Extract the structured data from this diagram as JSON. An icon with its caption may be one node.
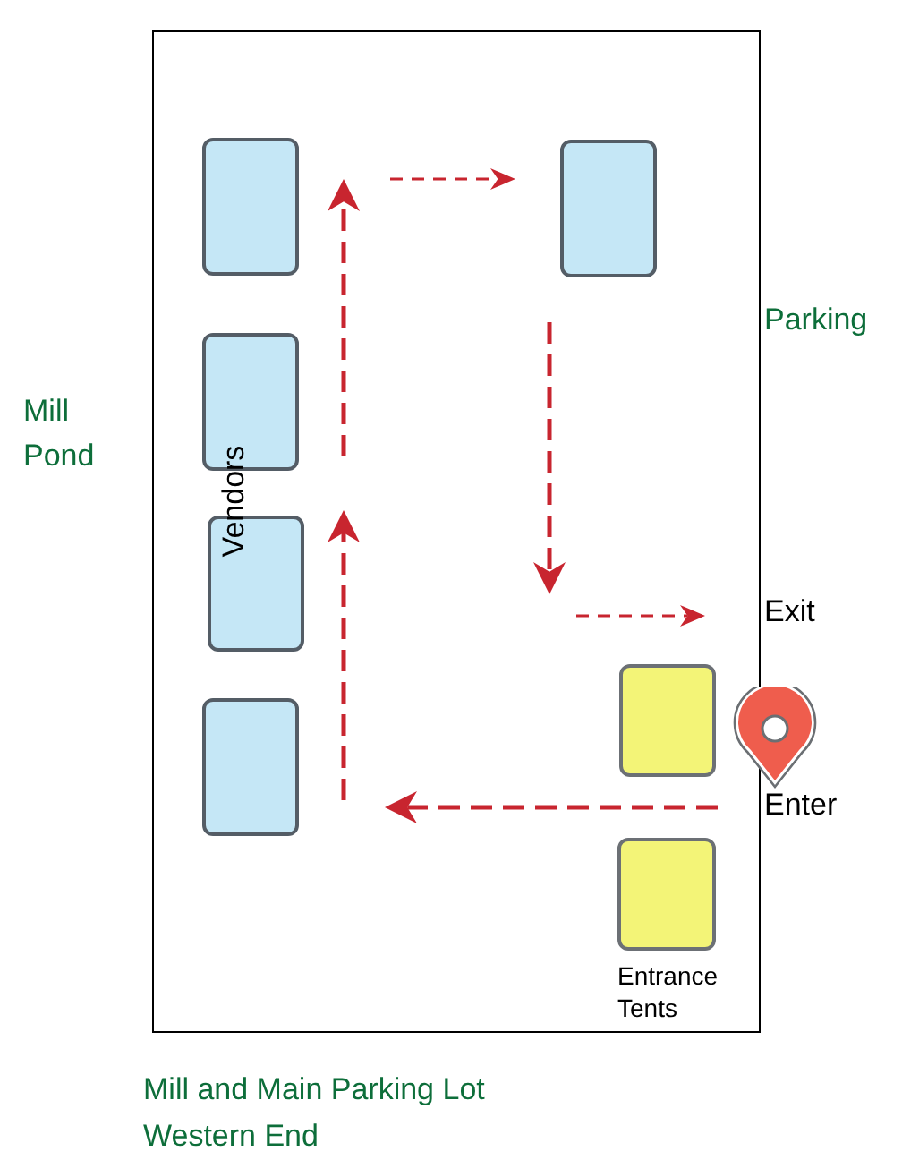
{
  "diagram": {
    "caption": "Mill and Main Parking Lot Western End",
    "nodes": [
      {
        "text": [],
        "shape": "box"
      },
      {
        "text": [],
        "shape": "box",
        "in": 0
      },
      {
        "text": [],
        "shape": "box",
        "in": 0
      },
      {
        "text": [],
        "shape": "box",
        "in": 0
      },
      {
        "text": [],
        "shape": "box",
        "in": 0
      },
      {
        "text": [],
        "shape": "box",
        "in": 0
      },
      {
        "text": [],
        "shape": "box",
        "in": 0
      },
      {
        "text": [],
        "shape": "box",
        "in": 0
      }
    ],
    "labels": [
      "Parking",
      "Mill Pond",
      "Vendors",
      "Exit",
      "Enter",
      "Entrance Tents"
    ]
  }
}
